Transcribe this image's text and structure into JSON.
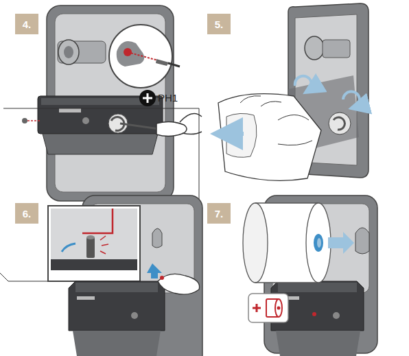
{
  "diagram": {
    "nodes": [
      {
        "text": [
          "4."
        ]
      },
      {
        "text": [
          "5."
        ]
      },
      {
        "text": [
          "6."
        ]
      },
      {
        "text": [
          "7."
        ]
      }
    ],
    "labels": [
      "PH1"
    ]
  }
}
